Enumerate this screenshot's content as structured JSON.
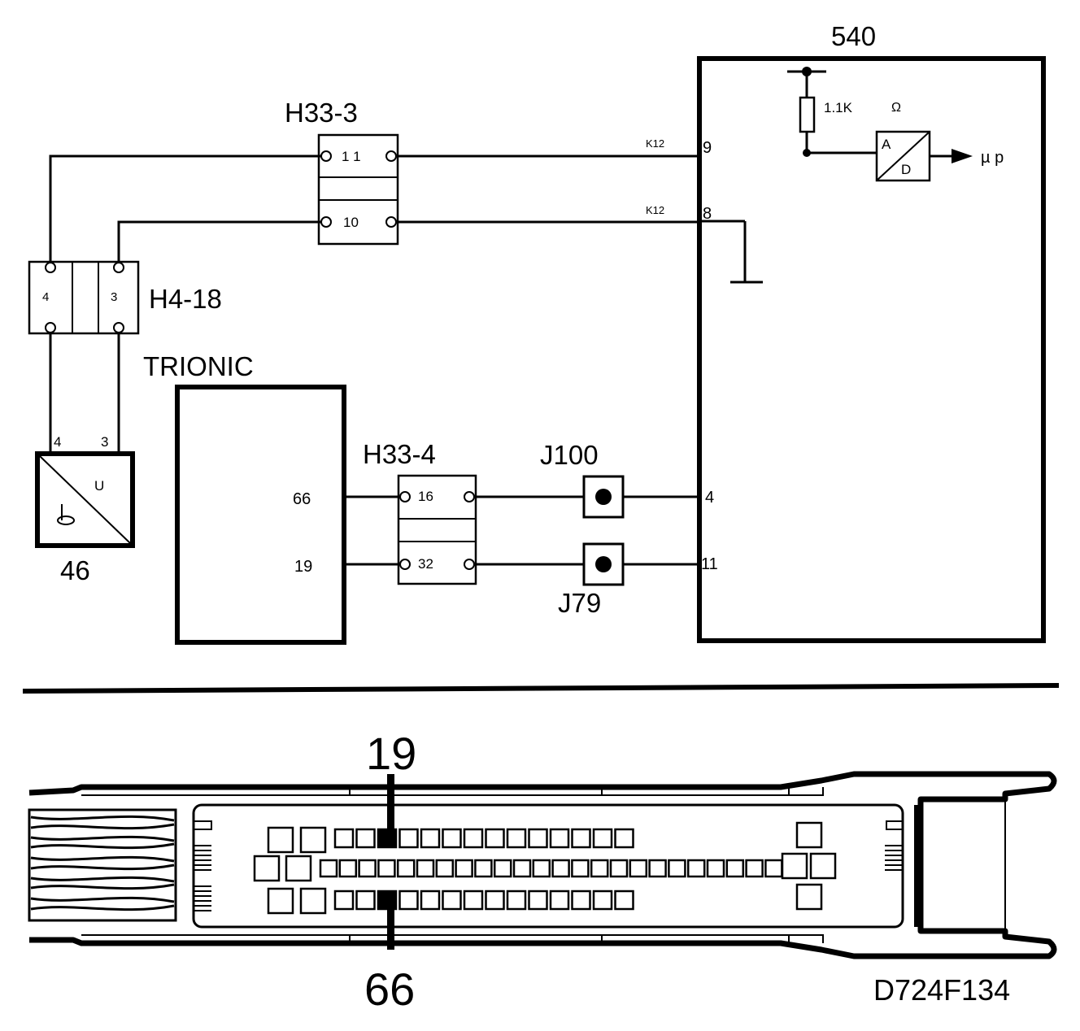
{
  "labels": {
    "control_unit": "540",
    "connector_h33_3": "H33-3",
    "connector_h4_18": "H4-18",
    "trionic": "TRIONIC",
    "connector_h33_4": "H33-4",
    "junction_j100": "J100",
    "junction_j79": "J79",
    "sensor": "46",
    "connector_pin_19": "19",
    "connector_pin_66": "66",
    "figure_id": "D724F134"
  },
  "pins": {
    "h33_3_top": "1 1",
    "h33_3_bottom": "10",
    "h4_18_left": "4",
    "h4_18_right": "3",
    "sensor_left": "4",
    "sensor_right": "3",
    "sensor_u": "U",
    "trionic_66": "66",
    "trionic_19": "19",
    "h33_4_top": "16",
    "h33_4_bottom": "32",
    "ecu_9": "9",
    "ecu_8": "8",
    "ecu_4": "4",
    "ecu_11": "11"
  },
  "wire_labels": {
    "k12_top": "K12",
    "k12_bottom": "K12"
  },
  "internal": {
    "resistor": "1.1K",
    "omega": "Ω",
    "adc_a": "A",
    "adc_d": "D",
    "micro": "µ p"
  }
}
